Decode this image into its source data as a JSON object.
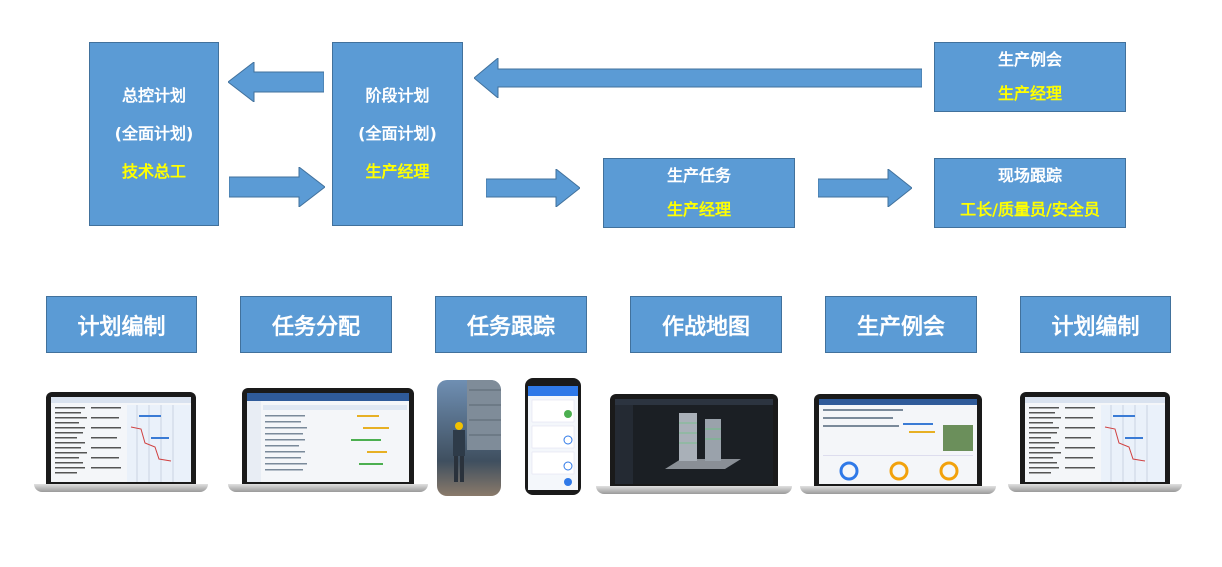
{
  "flow": {
    "master_plan": {
      "line1": "总控计划",
      "line2": "(全面计划)",
      "role": "技术总工"
    },
    "stage_plan": {
      "line1": "阶段计划",
      "line2": "(全面计划)",
      "role": "生产经理"
    },
    "production_meeting": {
      "line1": "生产例会",
      "role": "生产经理"
    },
    "production_task": {
      "line1": "生产任务",
      "role": "生产经理"
    },
    "site_tracking": {
      "line1": "现场跟踪",
      "role": "工长/质量员/安全员"
    }
  },
  "modules": [
    {
      "label": "计划编制"
    },
    {
      "label": "任务分配"
    },
    {
      "label": "任务跟踪"
    },
    {
      "label": "作战地图"
    },
    {
      "label": "生产例会"
    },
    {
      "label": "计划编制"
    }
  ],
  "colors": {
    "box": "#5b9bd5",
    "box_border": "#41719c",
    "role_text": "#ffff00",
    "arrow": "#5b9bd5"
  }
}
